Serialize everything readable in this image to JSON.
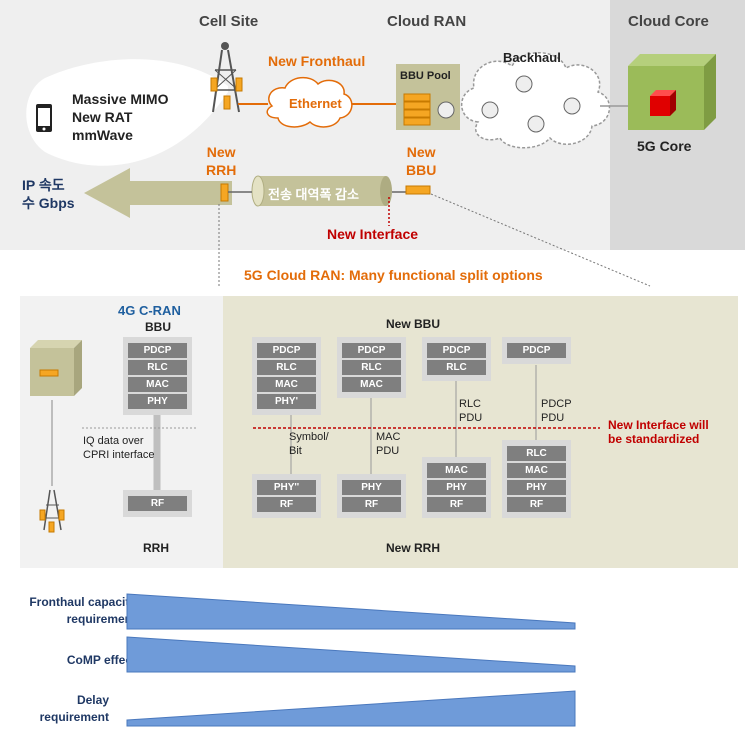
{
  "top": {
    "cell_site": "Cell Site",
    "cloud_ran": "Cloud RAN",
    "cloud_core": "Cloud Core",
    "new_fronthaul": "New Fronthaul",
    "ethernet": "Ethernet",
    "bbu_pool": "BBU Pool",
    "backhaul": "Backhaul",
    "fiveg_core": "5G Core",
    "features": [
      "Massive MIMO",
      "New RAT",
      "mmWave"
    ],
    "new_rrh": [
      "New",
      "RRH"
    ],
    "new_bbu": [
      "New",
      "BBU"
    ],
    "ip_speed": [
      "IP 속도",
      "수 Gbps"
    ],
    "bandwidth_reduction": "전송 대역폭 감소",
    "new_interface": "New Interface"
  },
  "split_title": "5G Cloud RAN: Many functional split options",
  "split": {
    "c_ran_title": "4G C-RAN",
    "bbu": "BBU",
    "rrh": "RRH",
    "new_bbu": "New BBU",
    "new_rrh": "New RRH",
    "iq_note": [
      "IQ data over",
      "CPRI interface"
    ],
    "std_note": [
      "New Interface will",
      "be standardized"
    ],
    "cran_bbu_stack": [
      "PDCP",
      "RLC",
      "MAC",
      "PHY"
    ],
    "cran_rrh_stack": [
      "RF"
    ],
    "options": [
      {
        "bbu": [
          "PDCP",
          "RLC",
          "MAC",
          "PHY'"
        ],
        "rrh": [
          "PHY''",
          "RF"
        ],
        "link": [
          "Symbol/",
          "Bit"
        ]
      },
      {
        "bbu": [
          "PDCP",
          "RLC",
          "MAC"
        ],
        "rrh": [
          "PHY",
          "RF"
        ],
        "link": [
          "MAC",
          "PDU"
        ]
      },
      {
        "bbu": [
          "PDCP",
          "RLC"
        ],
        "rrh": [
          "MAC",
          "PHY",
          "RF"
        ],
        "link": [
          "RLC",
          "PDU"
        ]
      },
      {
        "bbu": [
          "PDCP"
        ],
        "rrh": [
          "RLC",
          "MAC",
          "PHY",
          "RF"
        ],
        "link": [
          "PDCP",
          "PDU"
        ]
      }
    ]
  },
  "bottom": {
    "rows": [
      {
        "label": [
          "Fronthaul capacity",
          "requirement"
        ],
        "trend": "decreasing"
      },
      {
        "label": [
          "CoMP effect"
        ],
        "trend": "decreasing"
      },
      {
        "label": [
          "Delay",
          "requirement"
        ],
        "trend": "increasing"
      }
    ]
  },
  "colors": {
    "orange": "#e36c09",
    "red": "#c00000",
    "wedge": "#6f9bd9",
    "olive": "#c4c29a",
    "core_box": "#9bbb59"
  }
}
